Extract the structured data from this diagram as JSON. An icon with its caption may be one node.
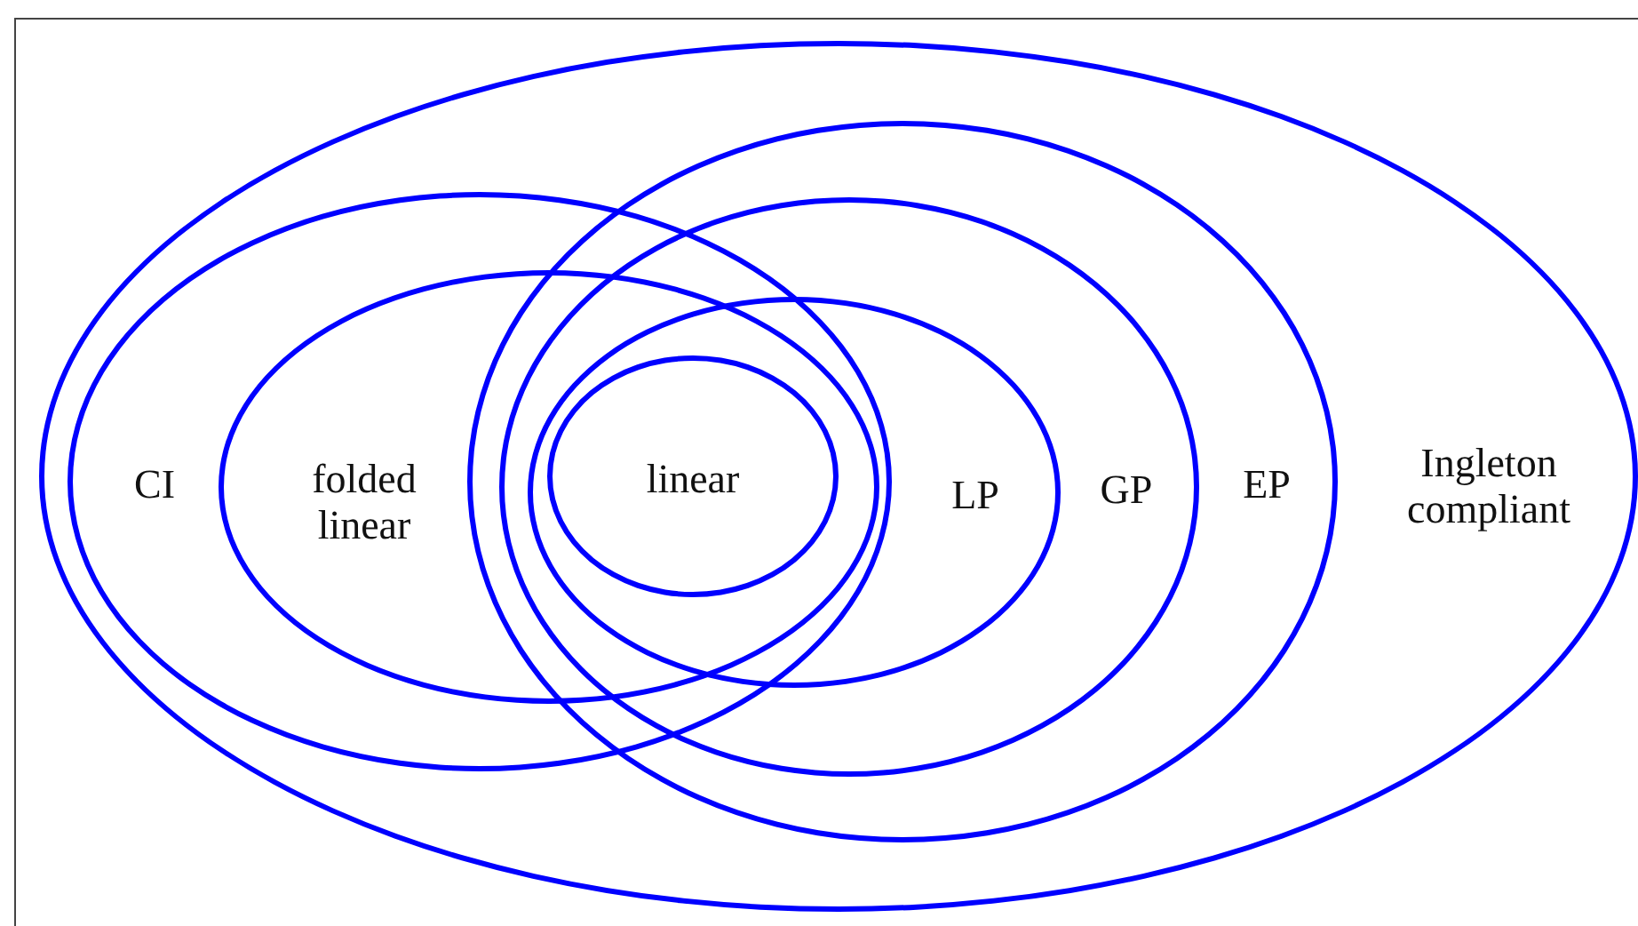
{
  "diagram": {
    "nodes": [
      {
        "text": [
          "Ingleton compliant"
        ]
      },
      {
        "text": [
          "CI"
        ],
        "in": 0
      },
      {
        "text": [
          "folded linear"
        ],
        "in": 1
      },
      {
        "text": [
          "EP"
        ],
        "in": 0
      },
      {
        "text": [
          "GP"
        ],
        "in": 3
      },
      {
        "text": [
          "LP"
        ],
        "in": 4
      },
      {
        "text": [
          "linear"
        ]
      }
    ]
  }
}
